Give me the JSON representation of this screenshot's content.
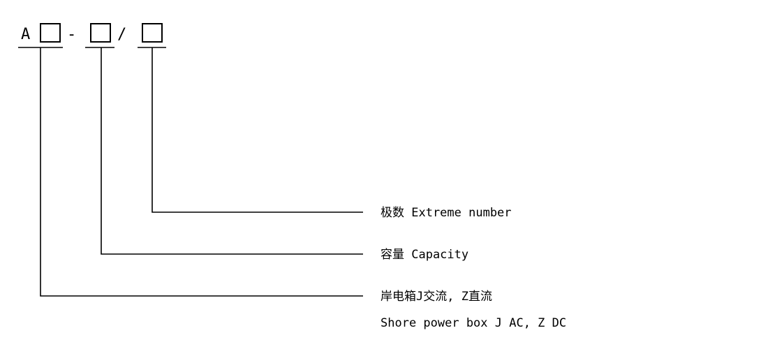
{
  "code": {
    "prefix": "A",
    "separator_dash": "-",
    "separator_slash": "/"
  },
  "legend": {
    "poles": "极数 Extreme number",
    "capacity": "容量 Capacity",
    "type_zh": "岸电箱J交流, Z直流",
    "type_en": "Shore power box J AC, Z DC"
  }
}
